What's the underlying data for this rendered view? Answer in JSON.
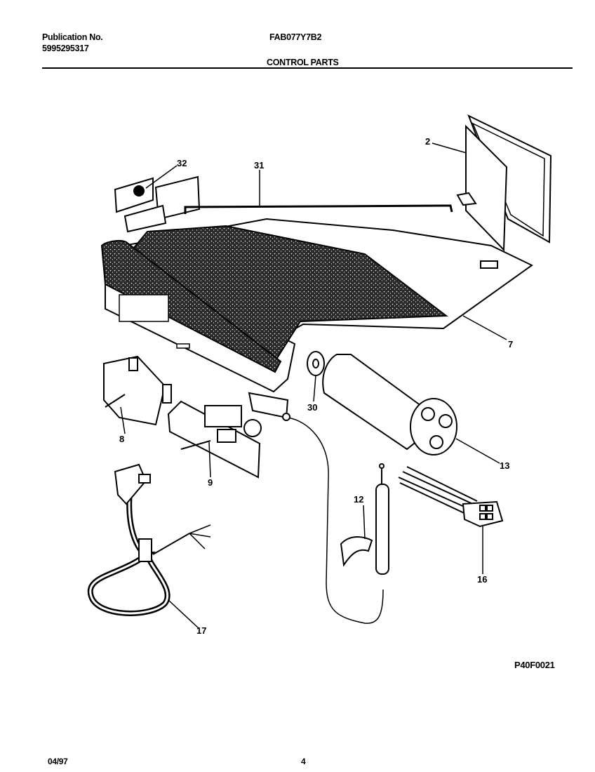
{
  "header": {
    "publication_label": "Publication No.",
    "publication_number": "5995295317",
    "model": "FAB077Y7B2",
    "section_title": "CONTROL PARTS"
  },
  "parts": [
    {
      "ref": "2"
    },
    {
      "ref": "32"
    },
    {
      "ref": "31"
    },
    {
      "ref": "7"
    },
    {
      "ref": "30"
    },
    {
      "ref": "13"
    },
    {
      "ref": "8"
    },
    {
      "ref": "9"
    },
    {
      "ref": "12"
    },
    {
      "ref": "16"
    },
    {
      "ref": "17"
    }
  ],
  "footer": {
    "drawing_code": "P40F0021",
    "date": "04/97",
    "page": "4"
  }
}
